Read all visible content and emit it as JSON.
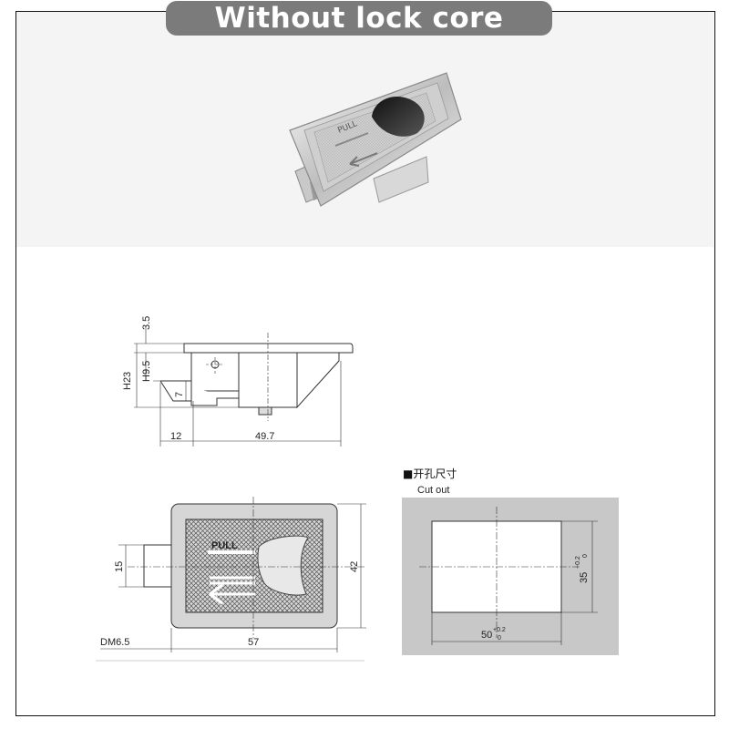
{
  "header": {
    "title": "Without lock core"
  },
  "photo": {
    "pull_text": "PULL"
  },
  "side_view": {
    "dims": {
      "top": "3.5",
      "h_inner": "H9.5",
      "h_total": "H23",
      "lip": "7",
      "left": "12",
      "width": "49.7"
    }
  },
  "front_view": {
    "pull_text": "PULL",
    "dims": {
      "tab": "15",
      "height": "42",
      "width": "57",
      "screw": "DM6.5"
    }
  },
  "cutout": {
    "title_cn": "■开孔尺寸",
    "title_en": "Cut out",
    "height_label": "35",
    "height_tol": "+0.2",
    "height_tol_low": "0",
    "width_label": "50",
    "width_tol": "+0.2",
    "width_tol_low": "0"
  },
  "colors": {
    "pill": "#7b7b7b",
    "panel": "#c8c8c8",
    "band": "#f4f4f4"
  }
}
